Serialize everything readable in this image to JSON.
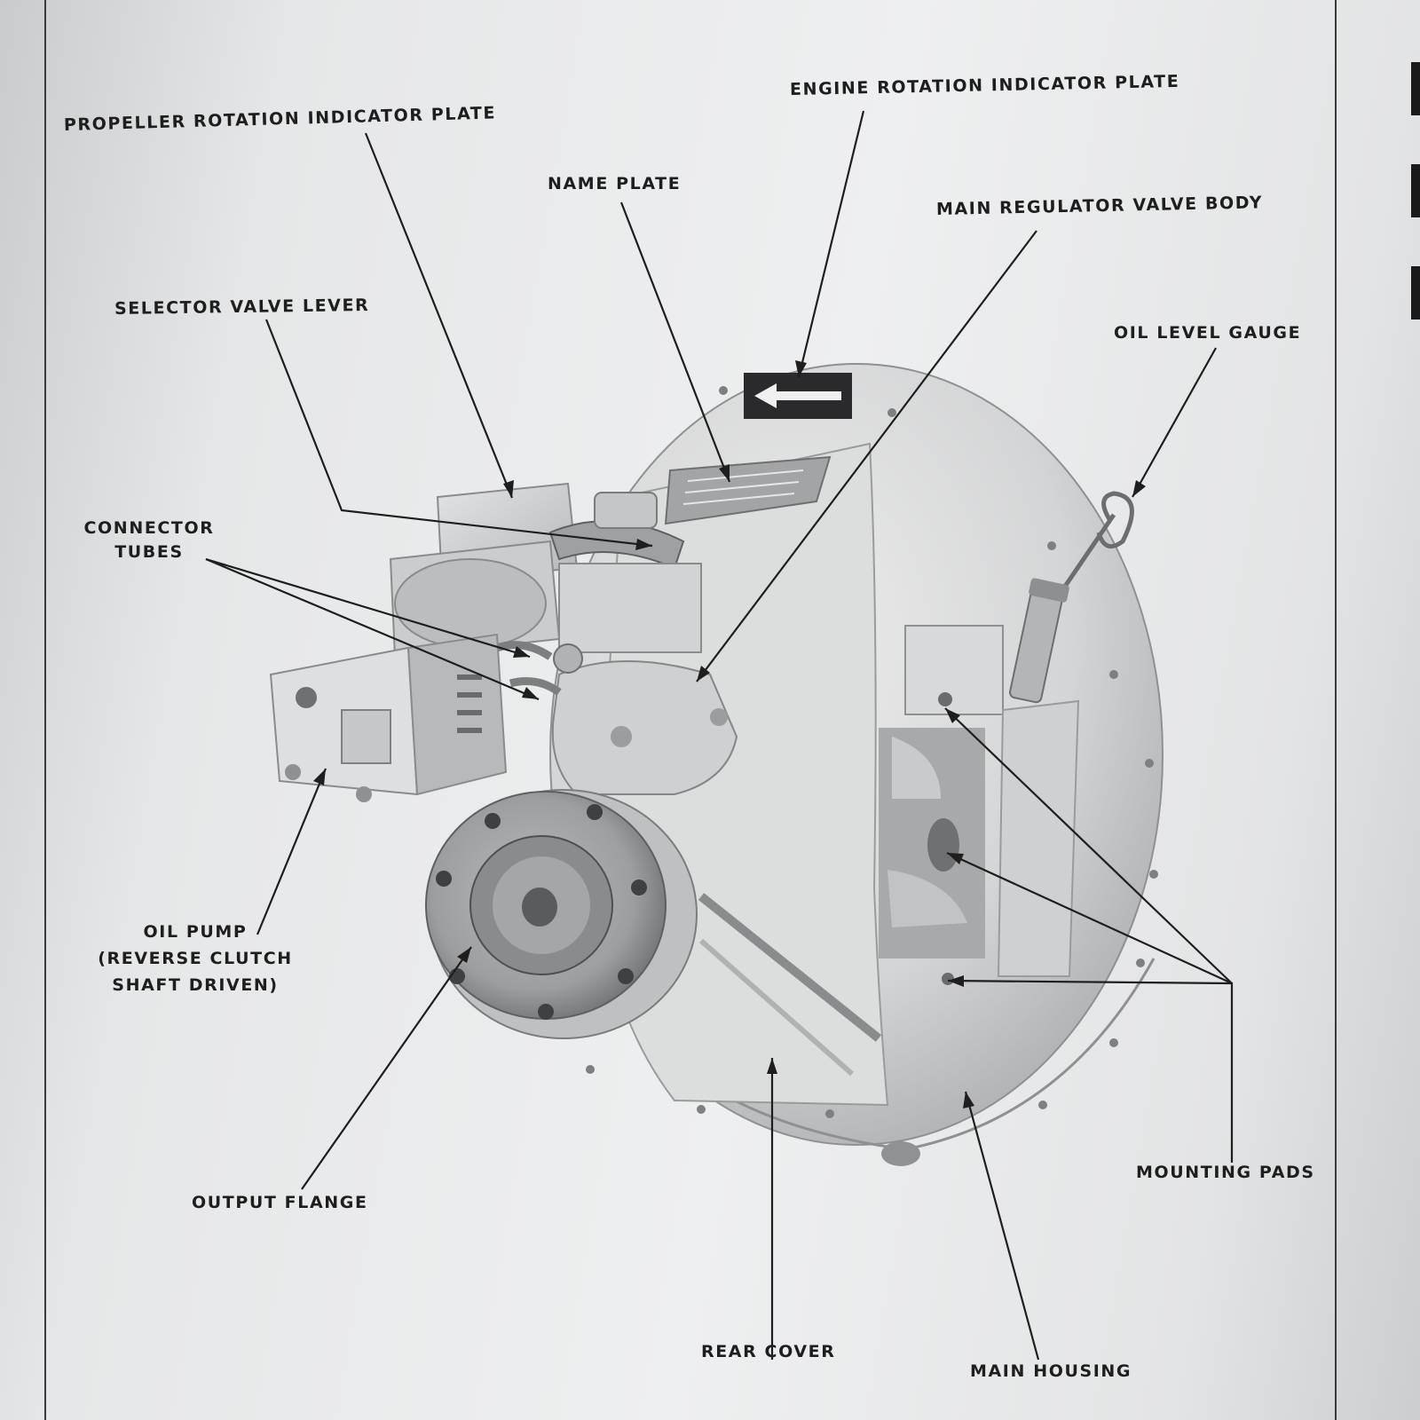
{
  "callouts": {
    "propeller_rotation_indicator_plate": "PROPELLER ROTATION INDICATOR PLATE",
    "engine_rotation_indicator_plate": "ENGINE ROTATION INDICATOR PLATE",
    "name_plate": "NAME PLATE",
    "main_regulator_valve_body": "MAIN REGULATOR VALVE BODY",
    "selector_valve_lever": "SELECTOR VALVE LEVER",
    "oil_level_gauge": "OIL LEVEL GAUGE",
    "connector_tubes": [
      "CONNECTOR",
      "TUBES"
    ],
    "oil_pump": [
      "OIL PUMP",
      "(REVERSE CLUTCH",
      "SHAFT DRIVEN)"
    ],
    "output_flange": "OUTPUT FLANGE",
    "mounting_pads": "MOUNTING PADS",
    "rear_cover": "REAR COVER",
    "main_housing": "MAIN HOUSING"
  },
  "colors": {
    "ink": "#1e1e1e",
    "casting": "#d6d7d8",
    "shadow": "#8a8b8d",
    "paper": "#eeeff0"
  }
}
